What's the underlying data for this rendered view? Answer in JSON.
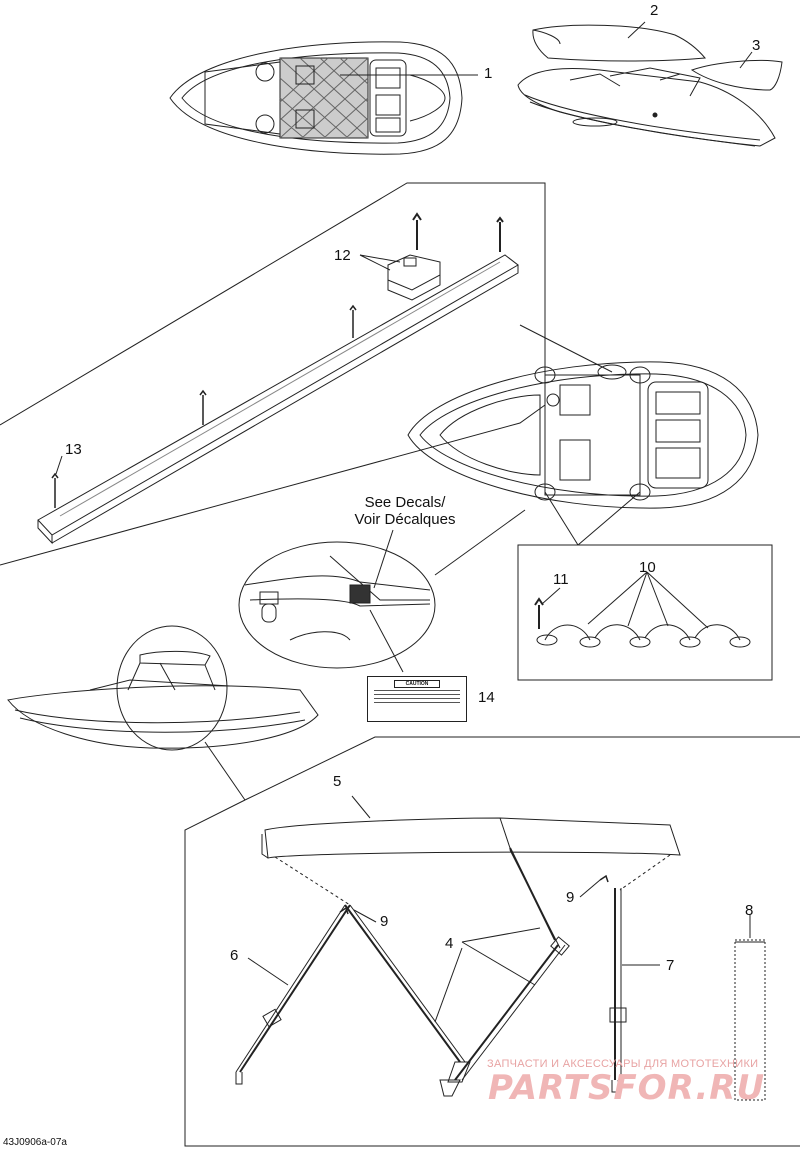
{
  "callouts": {
    "c1": "1",
    "c2": "2",
    "c3": "3",
    "c4": "4",
    "c5": "5",
    "c6": "6",
    "c7": "7",
    "c8": "8",
    "c9a": "9",
    "c9b": "9",
    "c10": "10",
    "c11": "11",
    "c12": "12",
    "c13": "13",
    "c14": "14"
  },
  "decals_note": {
    "line1": "See Decals/",
    "line2": "Voir Décalques"
  },
  "caution_label": {
    "heading": "CAUTION"
  },
  "figure_code": "43J0906a-07a",
  "watermark": {
    "tagline": "ЗАПЧАСТИ И АКСЕССУАРЫ ДЛЯ МОТОТЕХНИКИ",
    "logo": "PARTSFOR.RU"
  },
  "colors": {
    "line": "#222222",
    "watermark": "#f0b6b6"
  }
}
